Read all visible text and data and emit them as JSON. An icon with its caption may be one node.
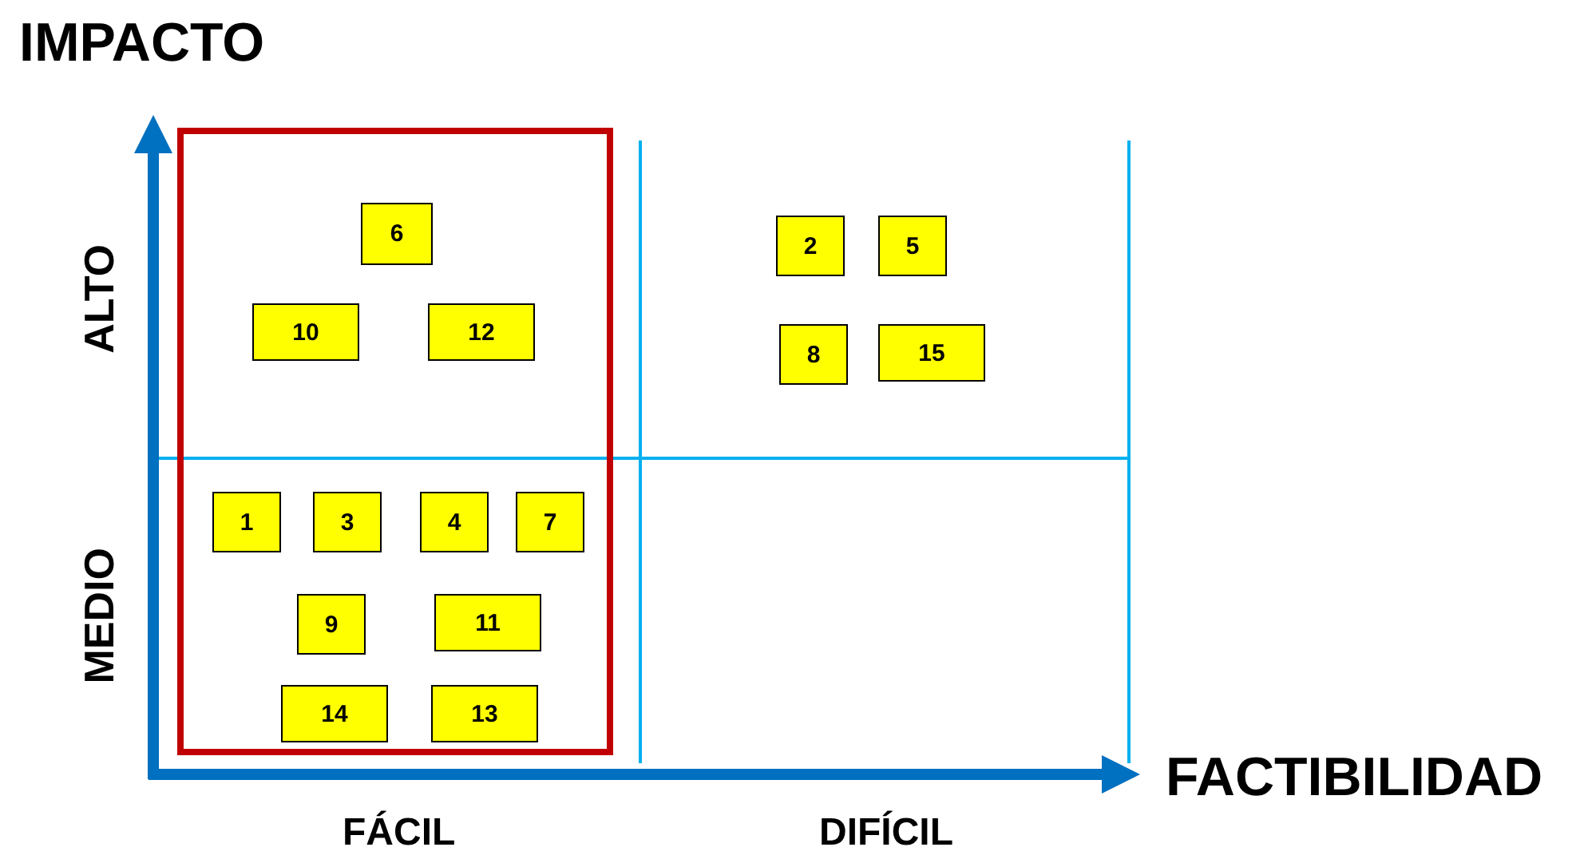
{
  "diagram": {
    "nodes": [
      {
        "text": [],
        "shape": "box"
      },
      {
        "text": [
          "6"
        ],
        "in": 0
      },
      {
        "text": [
          "2"
        ]
      },
      {
        "text": [
          "5"
        ]
      },
      {
        "text": [
          "10"
        ],
        "in": 0
      },
      {
        "text": [
          "12"
        ],
        "in": 0
      },
      {
        "text": [
          "8"
        ]
      },
      {
        "text": [
          "15"
        ]
      },
      {
        "text": [
          "1"
        ],
        "in": 0
      },
      {
        "text": [
          "3"
        ],
        "in": 0
      },
      {
        "text": [
          "4"
        ],
        "in": 0
      },
      {
        "text": [
          "7"
        ],
        "in": 0
      },
      {
        "text": [
          "9"
        ],
        "in": 0
      },
      {
        "text": [
          "11"
        ],
        "in": 0
      },
      {
        "text": [
          "14"
        ],
        "in": 0
      },
      {
        "text": [
          "13"
        ],
        "in": 0
      }
    ],
    "labels": [
      "IMPACTO",
      "ALTO",
      "MEDIO",
      "FACTIBILIDAD",
      "FÁCIL",
      "DIFÍCIL"
    ]
  }
}
